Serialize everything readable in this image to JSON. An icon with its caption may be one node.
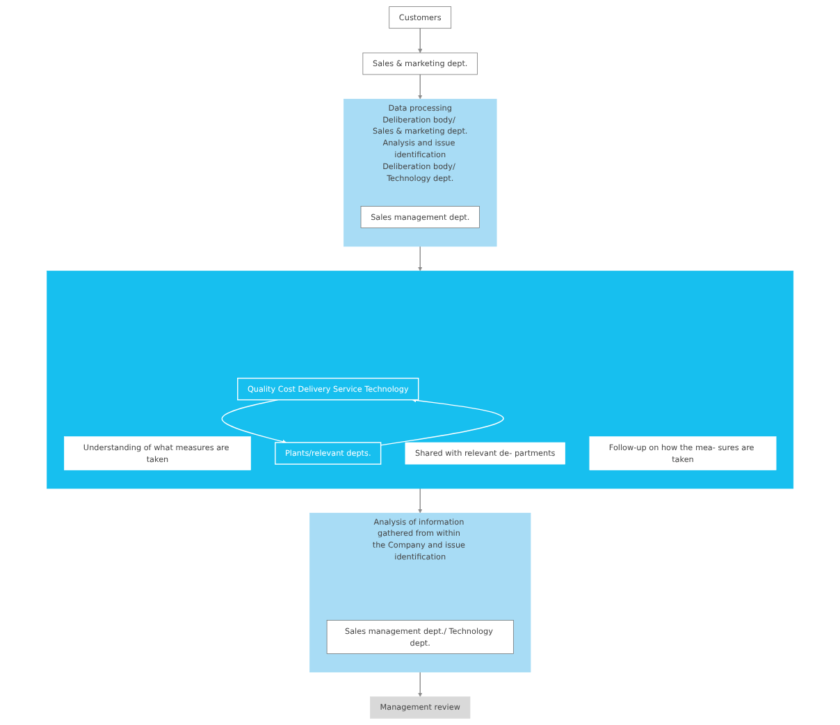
{
  "diagram": {
    "nodes": [
      {
        "text": [
          "Customers"
        ]
      },
      {
        "text": [
          "Sales & marketing dept."
        ]
      },
      {
        "text": [
          "Data processing",
          "Deliberation body/ Sales & marketing dept.",
          "Analysis and issue identification",
          "Deliberation body/ Technology dept."
        ]
      },
      {
        "text": [
          "Sales management dept."
        ],
        "in": 2
      },
      {
        "text": [],
        "shape": "box"
      },
      {
        "text": [
          "Understanding of what measures are taken"
        ],
        "in": 4
      },
      {
        "text": [
          "Quality Cost Delivery Service Technology"
        ],
        "in": 4
      },
      {
        "text": [
          "Shared with relevant de- partments"
        ],
        "in": 4
      },
      {
        "text": [
          "Follow-up on how the mea- sures are taken"
        ],
        "in": 4
      },
      {
        "text": [
          "Plants/relevant depts."
        ],
        "in": 4
      },
      {
        "text": [
          "Analysis of information gathered from within the Company and issue identification"
        ]
      },
      {
        "text": [
          "Sales management dept./ Technology dept."
        ],
        "in": 10
      },
      {
        "text": [
          "Management review"
        ]
      }
    ],
    "edges": [
      {
        "from": 0,
        "to": 1,
        "arrow": "to"
      },
      {
        "from": 1,
        "to": 2,
        "arrow": "to"
      },
      {
        "from": 2,
        "to": 4,
        "arrow": "to"
      },
      {
        "from": 6,
        "to": 9,
        "arrow": "to",
        "color": "#ffffff"
      },
      {
        "from": 9,
        "to": 6,
        "arrow": "to",
        "color": "#ffffff"
      },
      {
        "from": 4,
        "to": 10,
        "arrow": "to"
      },
      {
        "from": 10,
        "to": 12,
        "arrow": "to"
      }
    ]
  }
}
